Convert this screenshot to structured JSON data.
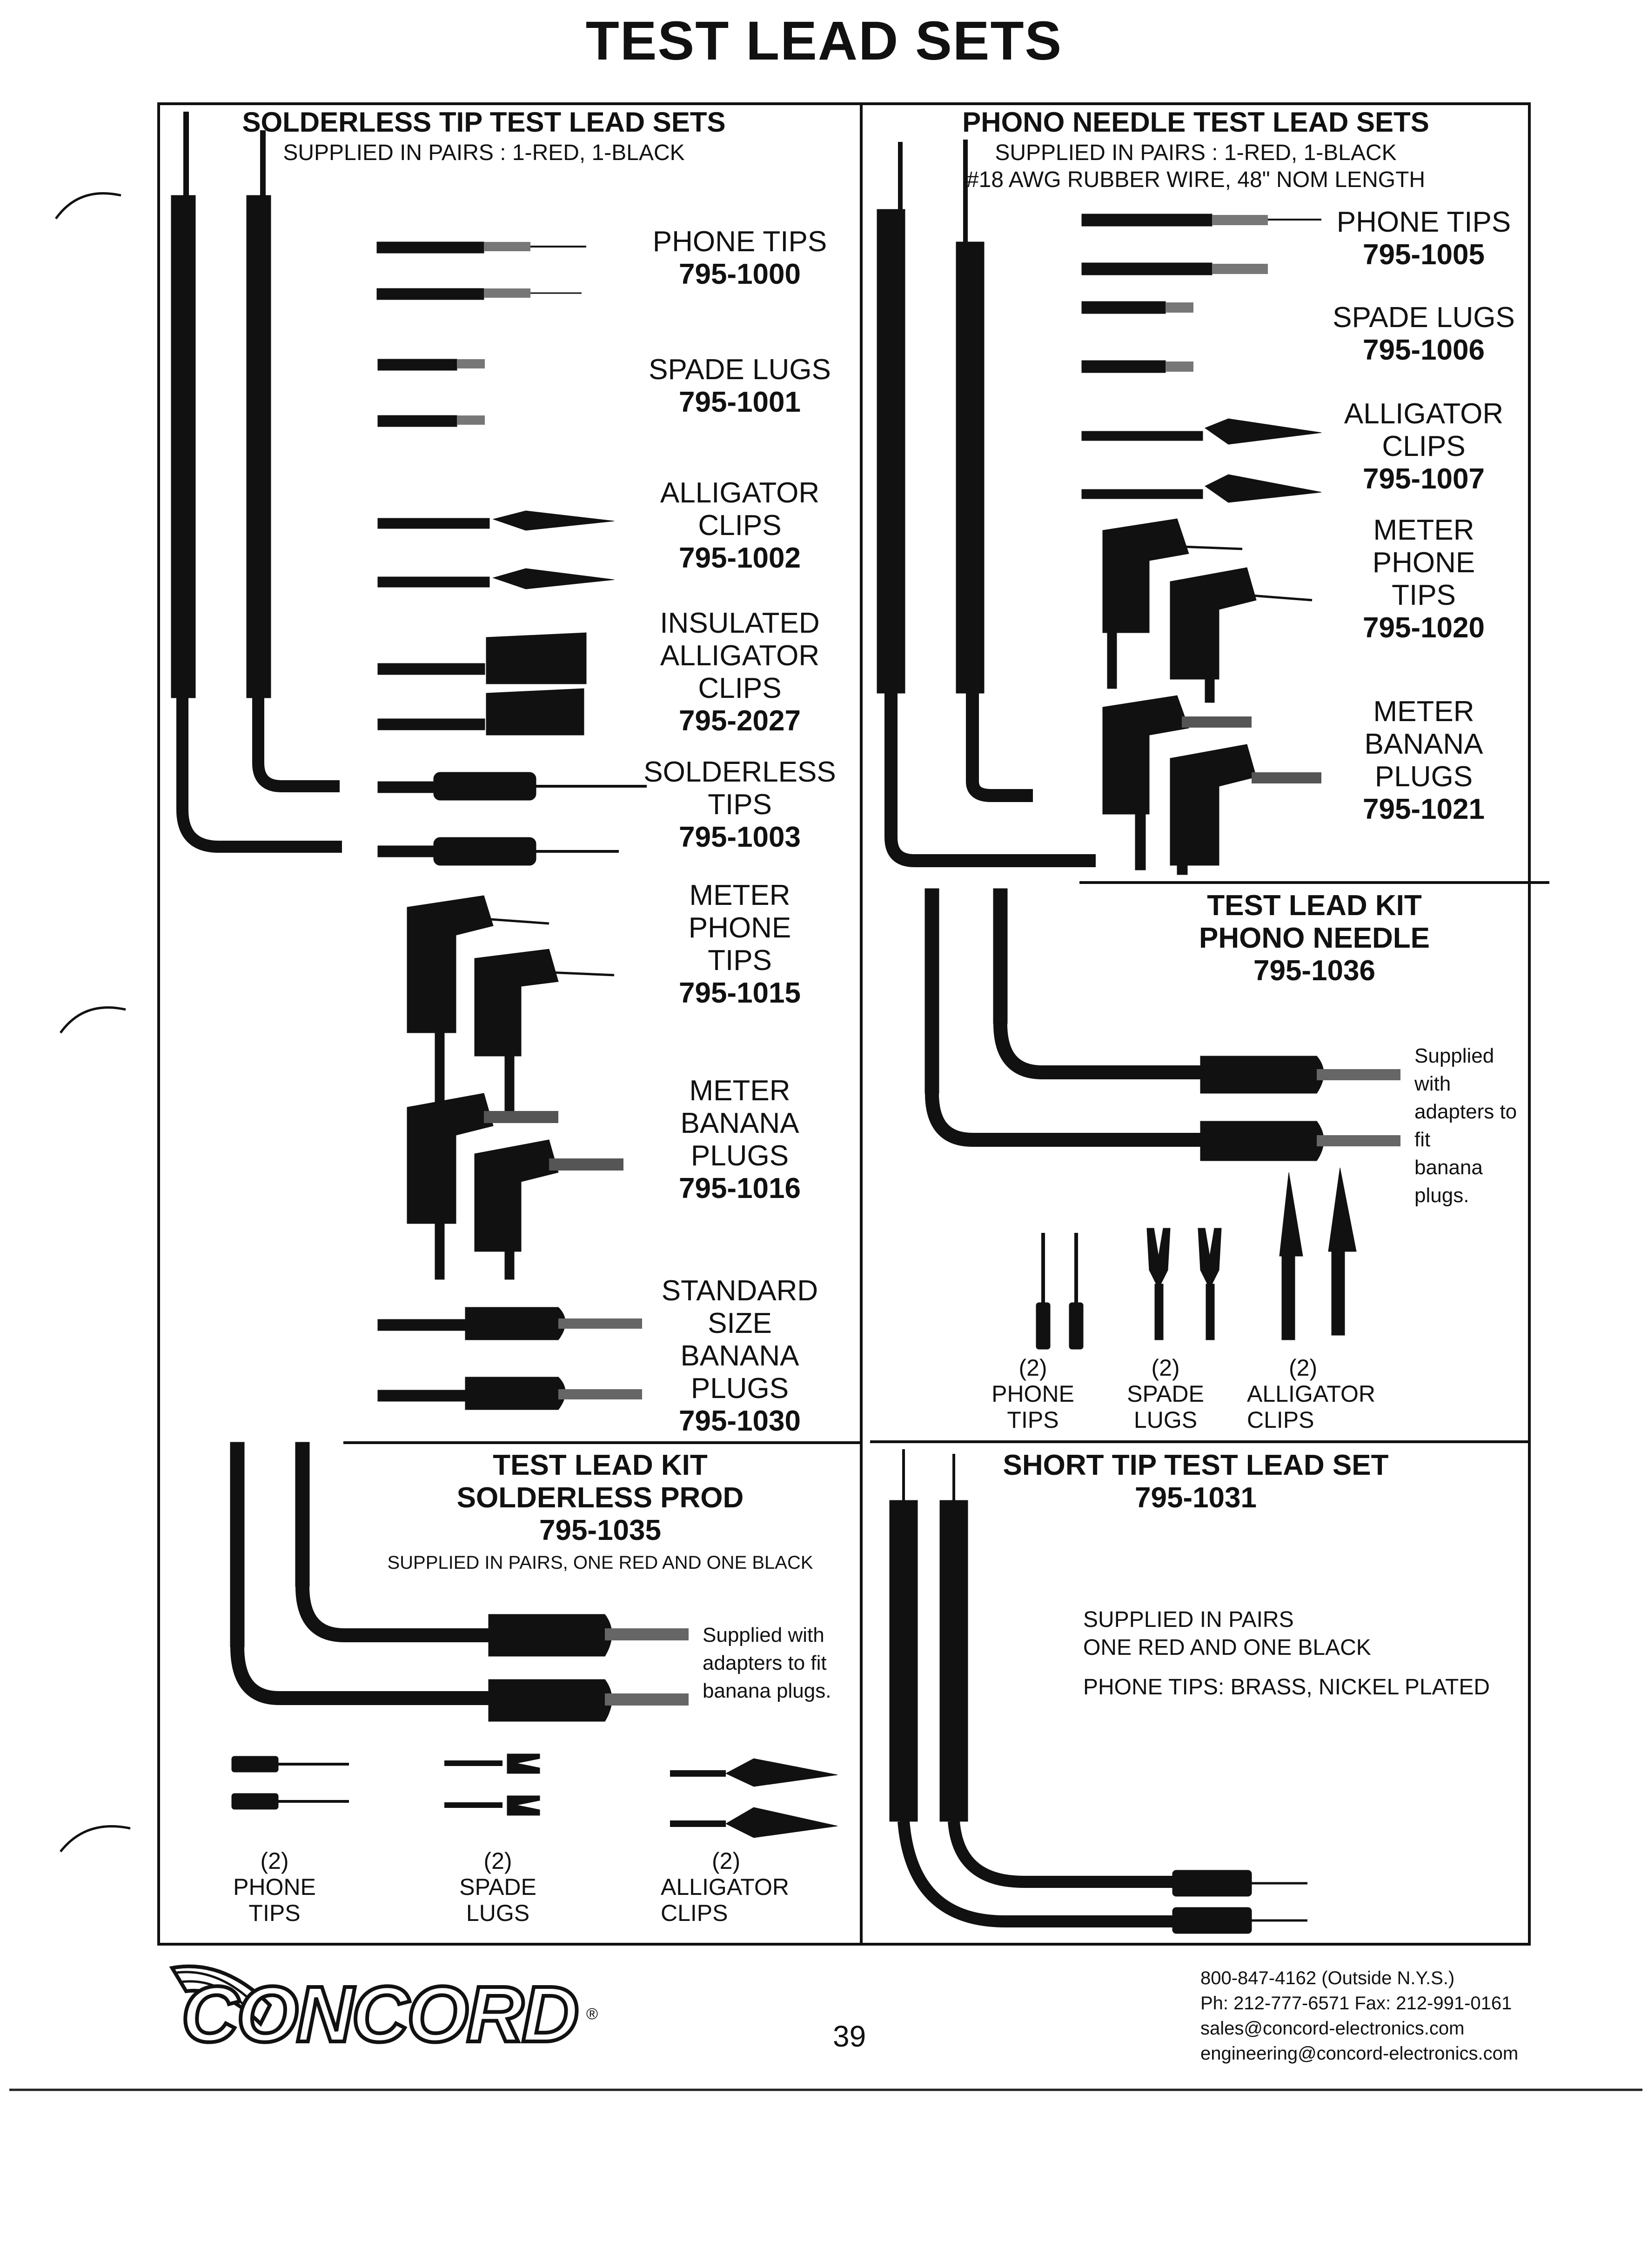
{
  "page_title": "TEST LEAD SETS",
  "left": {
    "heading": "SOLDERLESS TIP TEST LEAD SETS",
    "subheading": "SUPPLIED IN PAIRS : 1-RED, 1-BLACK",
    "items": [
      {
        "name": "PHONE TIPS",
        "part": "795-1000"
      },
      {
        "name": "SPADE LUGS",
        "part": "795-1001"
      },
      {
        "name_line1": "ALLIGATOR",
        "name_line2": "CLIPS",
        "part": "795-1002"
      },
      {
        "name_line1": "INSULATED",
        "name_line2": "ALLIGATOR",
        "name_line3": "CLIPS",
        "part": "795-2027"
      },
      {
        "name_line1": "SOLDERLESS",
        "name_line2": "TIPS",
        "part": "795-1003"
      },
      {
        "name_line1": "METER",
        "name_line2": "PHONE",
        "name_line3": "TIPS",
        "part": "795-1015"
      },
      {
        "name_line1": "METER",
        "name_line2": "BANANA",
        "name_line3": "PLUGS",
        "part": "795-1016"
      },
      {
        "name_line1": "STANDARD",
        "name_line2": "SIZE",
        "name_line3": "BANANA",
        "name_line4": "PLUGS",
        "part": "795-1030"
      }
    ]
  },
  "right": {
    "heading": "PHONO NEEDLE TEST LEAD SETS",
    "subheading1": "SUPPLIED IN PAIRS : 1-RED, 1-BLACK",
    "subheading2": "#18 AWG RUBBER WIRE, 48\" NOM LENGTH",
    "items": [
      {
        "name": "PHONE TIPS",
        "part": "795-1005"
      },
      {
        "name": "SPADE LUGS",
        "part": "795-1006"
      },
      {
        "name_line1": "ALLIGATOR",
        "name_line2": "CLIPS",
        "part": "795-1007"
      },
      {
        "name_line1": "METER",
        "name_line2": "PHONE",
        "name_line3": "TIPS",
        "part": "795-1020"
      },
      {
        "name_line1": "METER",
        "name_line2": "BANANA",
        "name_line3": "PLUGS",
        "part": "795-1021"
      }
    ]
  },
  "kit_phono": {
    "line1": "TEST LEAD KIT",
    "line2": "PHONO NEEDLE",
    "part": "795-1036",
    "note1": "Supplied with",
    "note2": "adapters to fit",
    "note3": "banana plugs.",
    "captions": [
      {
        "qty": "(2)",
        "l1": "PHONE",
        "l2": "TIPS"
      },
      {
        "qty": "(2)",
        "l1": "SPADE",
        "l2": "LUGS"
      },
      {
        "qty": "(2)",
        "l1": "ALLIGATOR",
        "l2": "CLIPS"
      }
    ]
  },
  "kit_prod": {
    "line1": "TEST LEAD KIT",
    "line2": "SOLDERLESS PROD",
    "part": "795-1035",
    "sub": "SUPPLIED IN PAIRS, ONE RED AND ONE BLACK",
    "note1": "Supplied with",
    "note2": "adapters to fit",
    "note3": "banana plugs.",
    "captions": [
      {
        "qty": "(2)",
        "l1": "PHONE",
        "l2": "TIPS"
      },
      {
        "qty": "(2)",
        "l1": "SPADE",
        "l2": "LUGS"
      },
      {
        "qty": "(2)",
        "l1": "ALLIGATOR",
        "l2": "CLIPS"
      }
    ]
  },
  "short_tip": {
    "heading": "SHORT TIP TEST LEAD SET",
    "part": "795-1031",
    "line1": "SUPPLIED IN PAIRS",
    "line2": "ONE RED AND ONE BLACK",
    "line3": "PHONE TIPS: BRASS, NICKEL PLATED"
  },
  "footer": {
    "logo": "CONCORD",
    "page_number": "39",
    "phone1": "800-847-4162 (Outside N.Y.S.)",
    "phone2": "Ph:  212-777-6571    Fax: 212-991-0161",
    "email1": "sales@concord-electronics.com",
    "email2": "engineering@concord-electronics.com"
  }
}
